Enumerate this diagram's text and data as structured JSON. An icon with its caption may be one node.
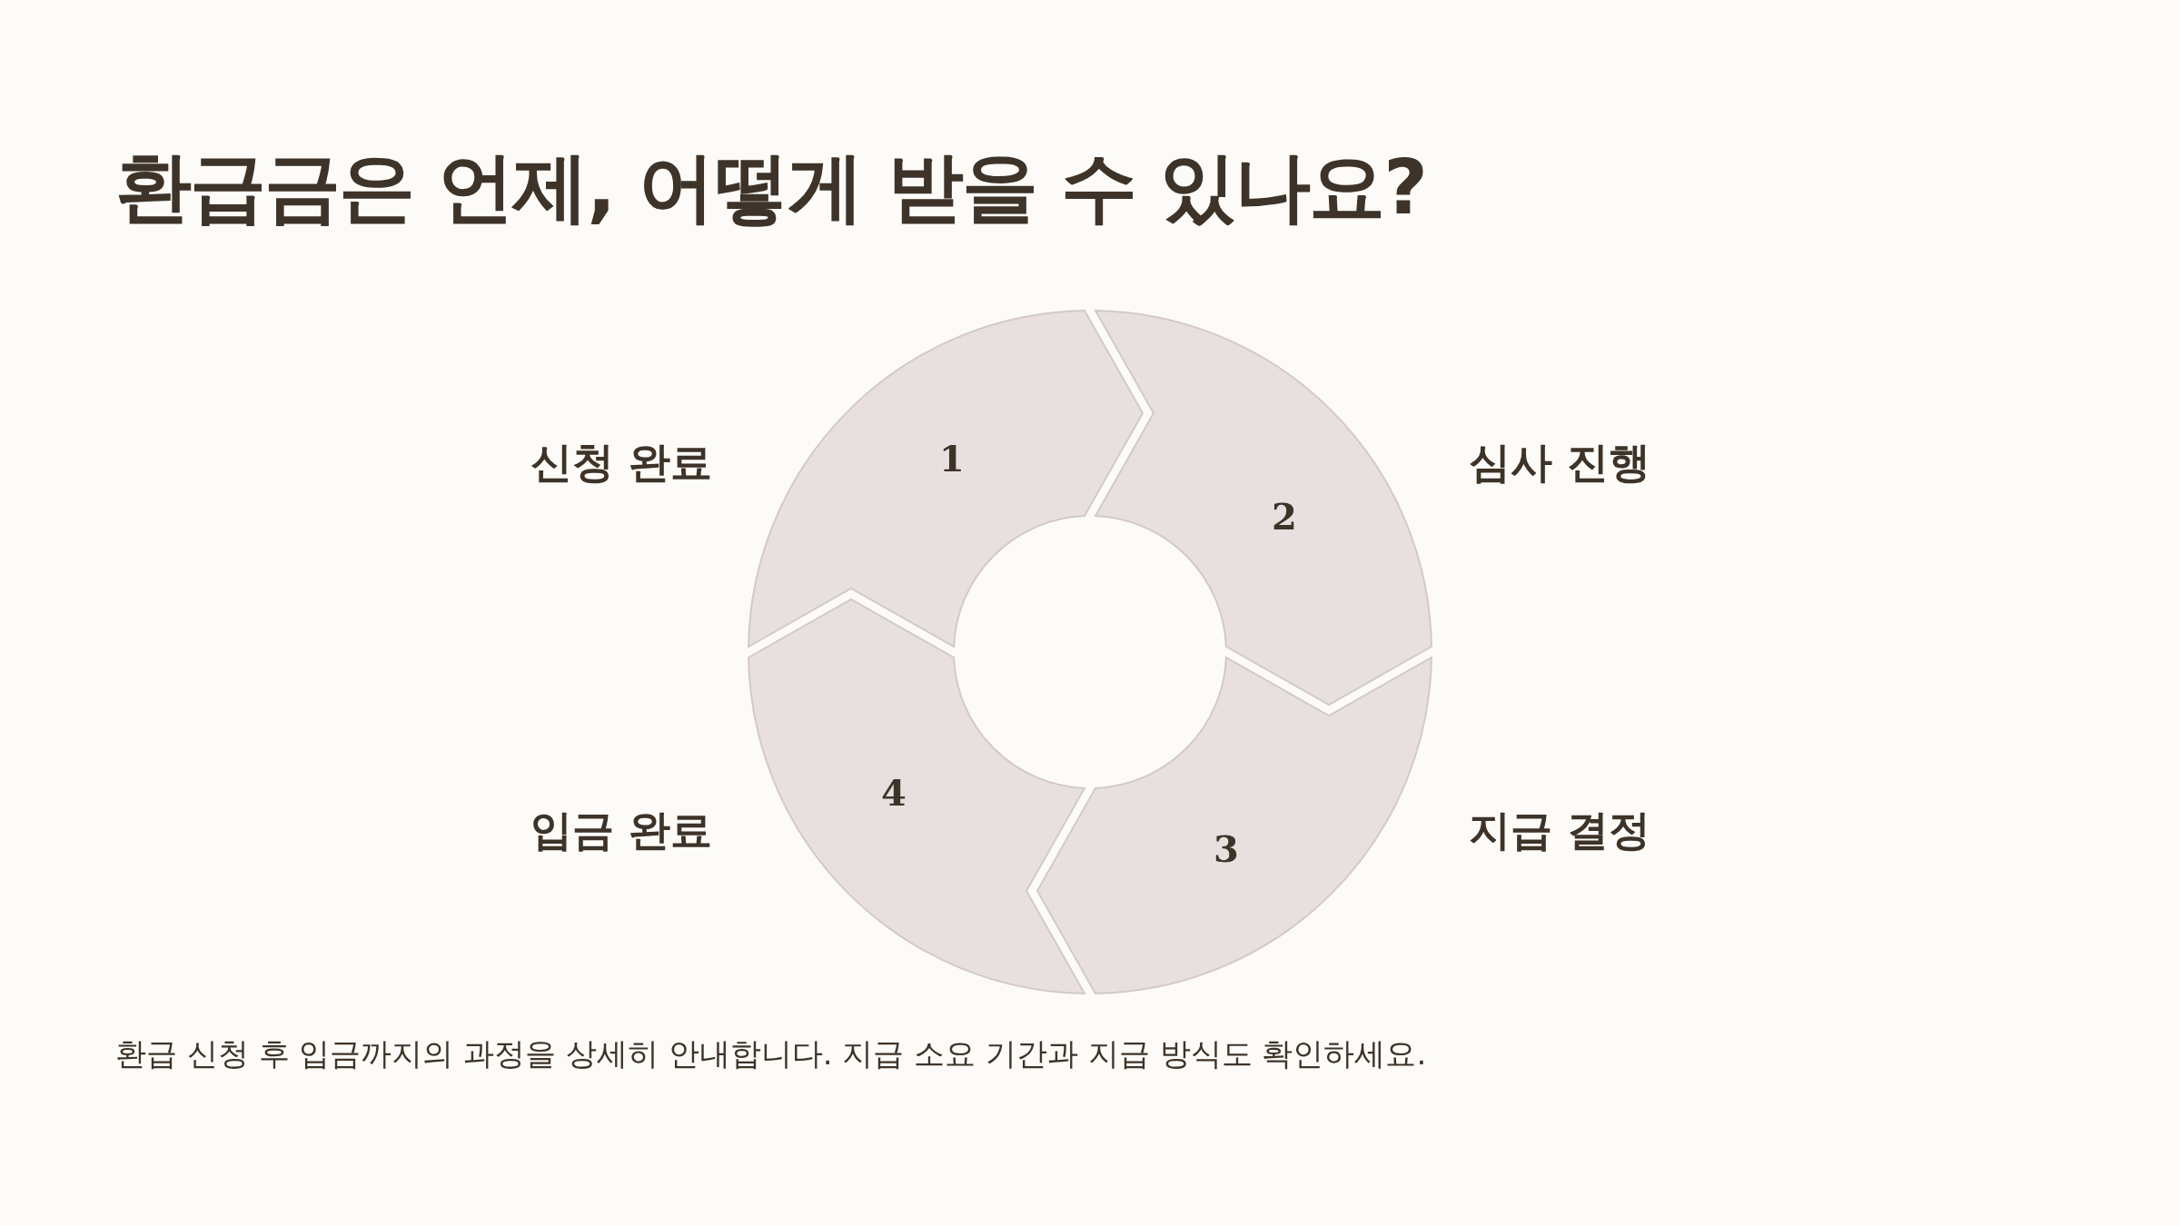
{
  "diagram": {
    "title": "환급금은 언제, 어떻게 받을 수 있나요?",
    "nodes": [
      {
        "text": [
          "1"
        ],
        "beside": [
          "신청 완료"
        ]
      },
      {
        "text": [
          "2"
        ],
        "beside": [
          "심사 진행"
        ]
      },
      {
        "text": [
          "3"
        ],
        "beside": [
          "지급 결정"
        ]
      },
      {
        "text": [
          "4"
        ],
        "beside": [
          "입금 완료"
        ]
      }
    ],
    "caption": "환급 신청 후 입금까지의 과정을 상세히 안내합니다. 지급 소요 기간과 지급 방식도 확인하세요."
  }
}
